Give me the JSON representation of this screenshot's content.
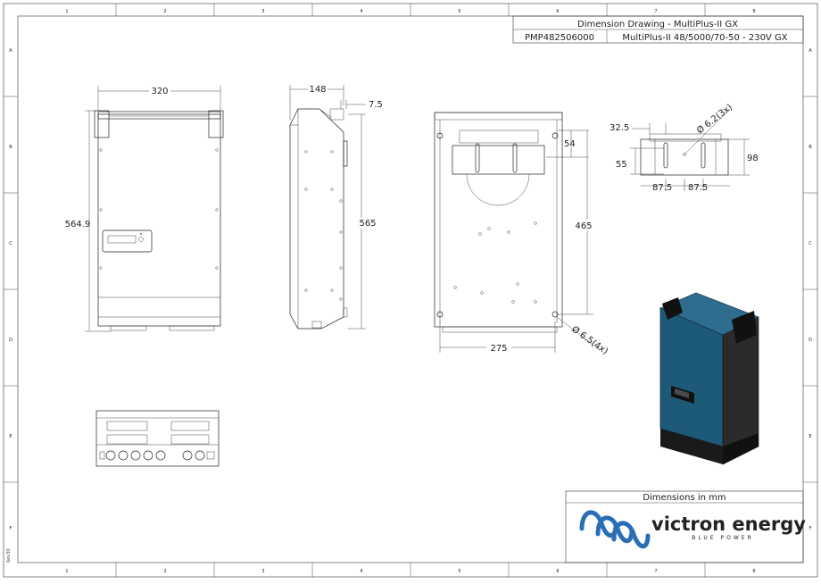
{
  "title_block": {
    "drawing_title": "Dimension Drawing - MultiPlus-II GX",
    "part_number": "PMP482506000",
    "model": "MultiPlus-II 48/5000/70-50 - 230V GX"
  },
  "grid": {
    "columns": [
      "1",
      "2",
      "3",
      "4",
      "5",
      "6",
      "7",
      "8"
    ],
    "rows": [
      "A",
      "B",
      "C",
      "D",
      "E",
      "F"
    ]
  },
  "dimensions": {
    "front_width": "320",
    "front_height": "564.9",
    "side_depth": "148",
    "side_offset": "7.5",
    "side_height": "565",
    "rear_top_gap": "54",
    "rear_hole_span": "465",
    "rear_width": "275",
    "rear_hole_dia": "Ø 6.5(4x)",
    "bracket_offset": "32.5",
    "bracket_hole_dia": "Ø 6.2(3x)",
    "bracket_slot": "55",
    "bracket_height": "98",
    "bracket_span_left": "87.5",
    "bracket_span_right": "87.5"
  },
  "units_note": "Dimensions in mm",
  "brand": {
    "name": "victron energy",
    "tagline": "BLUE POWER",
    "logo_color": "#2a6fb6",
    "product_color": "#1d5a78"
  },
  "margin_code": "6ev30"
}
